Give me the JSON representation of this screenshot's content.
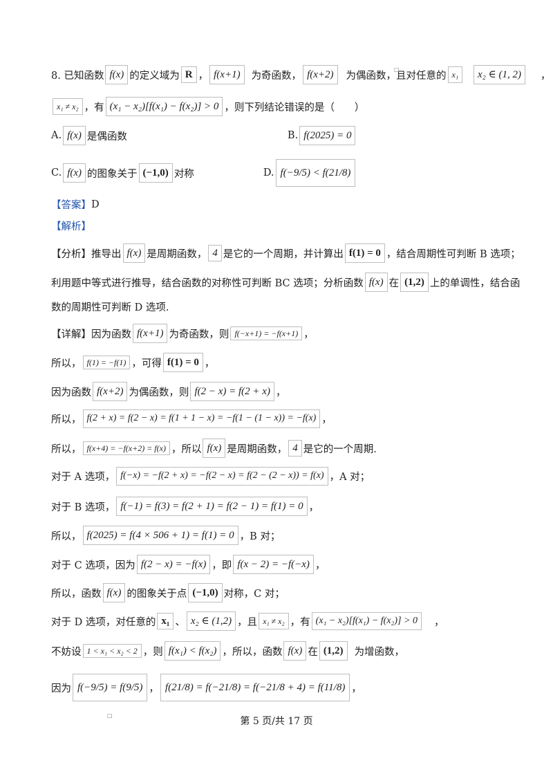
{
  "question": {
    "l1": {
      "prefix": "8. 已知函数",
      "f_x": "f(x)",
      "t1": "的定义域为",
      "R": "R",
      "comma1": "，",
      "f_x1": "f(x+1)",
      "t2": "为奇函数，",
      "f_x2": "f(x+2)",
      "t3": "为偶函数，且对任意的",
      "x1": "x₁",
      "x2_in": "x₂ ∈ (1, 2)",
      "end": "，"
    },
    "l2": {
      "neq": "x₁ ≠ x₂",
      "t1": "，有",
      "ineq": "(x₁ − x₂)[f(x₁) − f(x₂)] > 0",
      "t2": "，则下列结论错误的是（　　）"
    },
    "opts": {
      "A_label": "A.",
      "A_box": "f(x)",
      "A_text": "是偶函数",
      "B_label": "B.",
      "B_box": "f(2025) = 0",
      "C_label": "C.",
      "C_box": "f(x)",
      "C_text1": "的图象关于",
      "C_box2": "(−1,0)",
      "C_text2": "对称",
      "D_label": "D.",
      "D_box": "f(−9/5) < f(21/8)"
    }
  },
  "answer": {
    "label": "【答案】",
    "value": "D"
  },
  "analysis_label": "【解析】",
  "fenxi": {
    "l1_a": "【分析】推导出",
    "l1_box1": "f(x)",
    "l1_b": "是周期函数，",
    "l1_box2": "4",
    "l1_c": "是它的一个周期，并计算出",
    "l1_box3": "f(1) = 0",
    "l1_d": "，结合周期性可判断 B 选项；",
    "l2_a": "利用题中等式进行推导，结合函数的对称性可判断 BC 选项；分析函数",
    "l2_box1": "f(x)",
    "l2_b": "在",
    "l2_box2": "(1,2)",
    "l2_c": "上的单调性，结合函",
    "l3": "数的周期性可判断 D 选项."
  },
  "detail": {
    "d1_a": "【详解】因为函数",
    "d1_box1": "f(x+1)",
    "d1_b": "为奇函数，则",
    "d1_box2": "f(−x+1) = −f(x+1)",
    "d1_c": "，",
    "d2_a": "所以，",
    "d2_box1": "f(1) = −f(1)",
    "d2_b": "，可得",
    "d2_box2": "f(1) = 0",
    "d2_c": "，",
    "d3_a": "因为函数",
    "d3_box1": "f(x+2)",
    "d3_b": "为偶函数，则",
    "d3_box2": "f(2 − x) = f(2 + x)",
    "d3_c": "，",
    "d4_a": "所以，",
    "d4_box": "f(2 + x) = f(2 − x) = f(1 + 1 − x) = −f(1 − (1 − x)) = −f(x)",
    "d4_c": "，",
    "d5_a": "所以，",
    "d5_box1": "f(x+4) = −f(x+2) = f(x)",
    "d5_b": "，所以",
    "d5_box2": "f(x)",
    "d5_c": "是周期函数，",
    "d5_box3": "4",
    "d5_d": "是它的一个周期.",
    "d6_a": "对于 A 选项，",
    "d6_box": "f(−x) = −f(2 + x) = −f(2 − x) = f(2 − (2 − x)) = f(x)",
    "d6_c": "，A 对；",
    "d7_a": "对于 B 选项，",
    "d7_box": "f(−1) = f(3) = f(2 + 1) = f(2 − 1) = f(1) = 0",
    "d7_c": "，",
    "d8_a": "所以，",
    "d8_box": "f(2025) = f(4 × 506 + 1) = f(1) = 0",
    "d8_c": "，B 对；",
    "d9_a": "对于 C 选项，因为",
    "d9_box1": "f(2 − x) = −f(x)",
    "d9_b": "，即",
    "d9_box2": "f(x − 2) = −f(−x)",
    "d9_c": "，",
    "d10_a": "所以，函数",
    "d10_box1": "f(x)",
    "d10_b": "的图象关于点",
    "d10_box2": "(−1,0)",
    "d10_c": "对称，C 对；",
    "d11_a": "对于 D 选项，对任意的",
    "d11_box1": "x₁",
    "d11_sep": "、",
    "d11_box2": "x₂ ∈ (1,2)",
    "d11_b": "，且",
    "d11_box3": "x₁ ≠ x₂",
    "d11_c": "，有",
    "d11_box4": "(x₁ − x₂)[f(x₁) − f(x₂)] > 0",
    "d11_d": "，",
    "d12_a": "不妨设",
    "d12_box1": "1 < x₁ < x₂ < 2",
    "d12_b": "，则",
    "d12_box2": "f(x₁) < f(x₂)",
    "d12_c": "，所以，函数",
    "d12_box3": "f(x)",
    "d12_d": "在",
    "d12_box4": "(1,2)",
    "d12_e": "为增函数，",
    "d13_a": "因为",
    "d13_box1": "f(−9/5) = f(9/5)",
    "d13_sep": "，",
    "d13_box2": "f(21/8) = f(−21/8) = f(−21/8 + 4) = f(11/8)",
    "d13_c": "，"
  },
  "footer": {
    "page": "第 5 页/共 17 页"
  }
}
